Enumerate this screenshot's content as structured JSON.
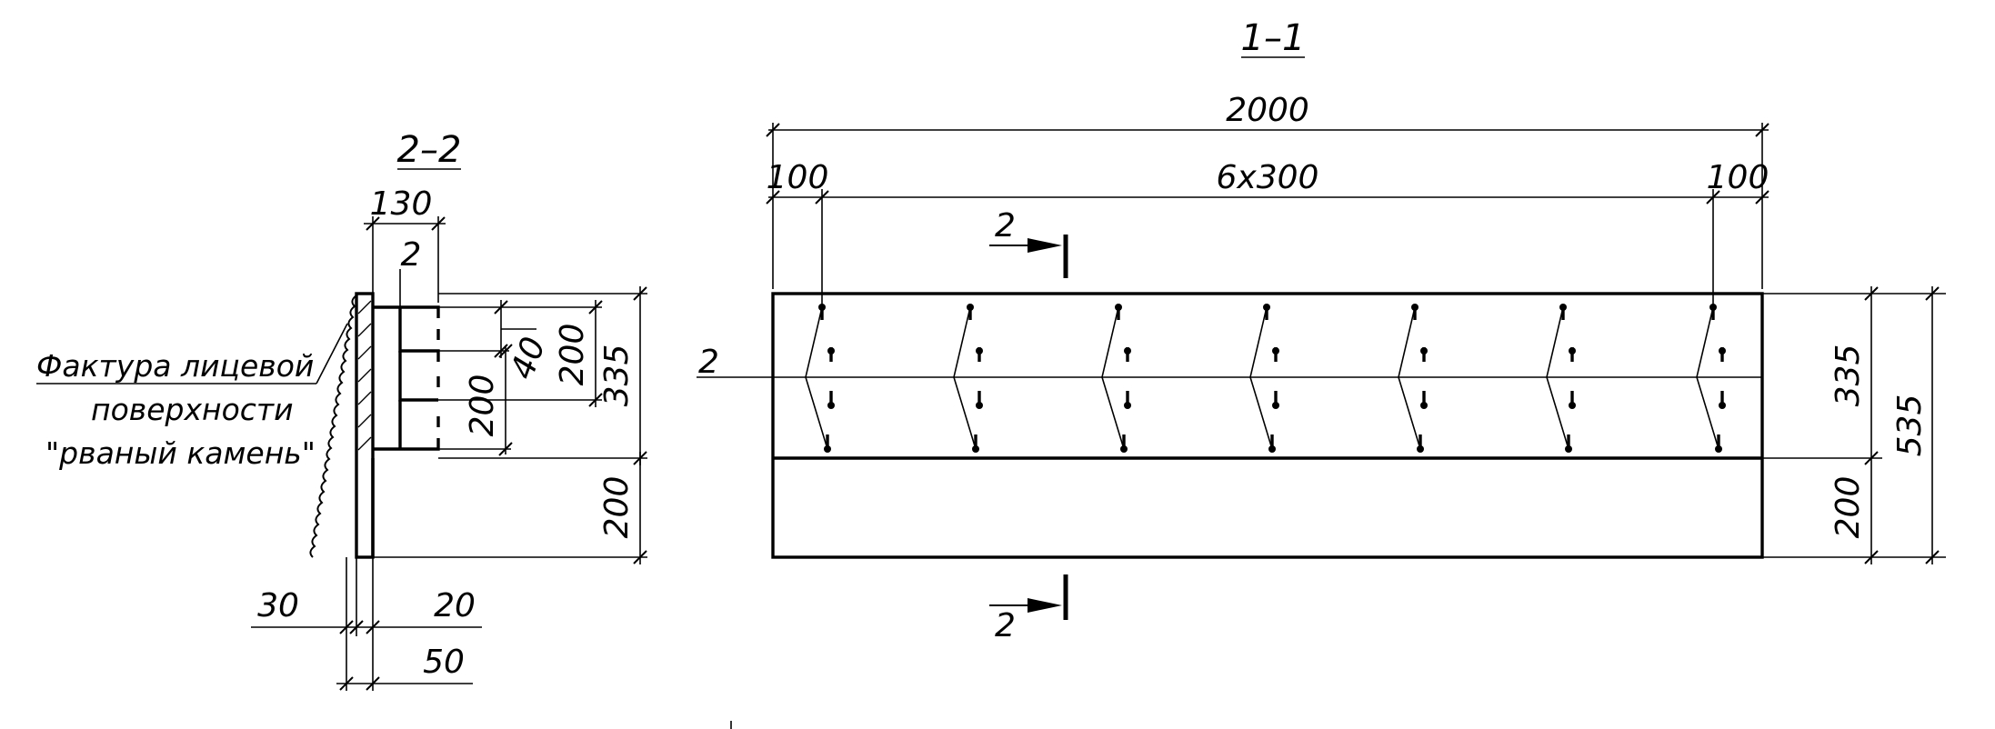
{
  "section_titles": {
    "section_1_1": "1–1",
    "section_2_2": "2–2"
  },
  "section_1_1": {
    "dimensions": {
      "overall_length": "2000",
      "end_left": "100",
      "spacing": "6х300",
      "end_right": "100",
      "height_top": "335",
      "height_bottom": "200",
      "height_total": "535"
    },
    "cut_marks": {
      "top": "2",
      "bottom": "2",
      "left": "2"
    }
  },
  "section_2_2": {
    "dimensions": {
      "width_top": "130",
      "leader_mark": "2",
      "depth_40": "40",
      "depth_200_small": "200",
      "height_335": "335",
      "height_200_inner": "200",
      "height_200_base": "200",
      "thickness_30": "30",
      "thickness_20": "20",
      "thickness_50": "50"
    }
  },
  "annotation": {
    "line1": "Фактура лицевой",
    "line2": "поверхности",
    "line3": "\"рваный камень\""
  }
}
